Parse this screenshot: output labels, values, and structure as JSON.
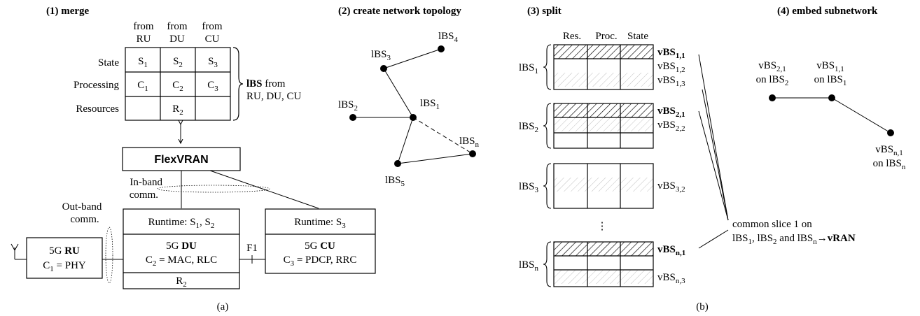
{
  "panel_a": {
    "title": "(1) merge",
    "col_from": "from",
    "cols": [
      "RU",
      "DU",
      "CU"
    ],
    "rows": [
      "State",
      "Processing",
      "Resources"
    ],
    "cells": {
      "state": [
        "S",
        "S",
        "S"
      ],
      "state_sub": [
        "1",
        "2",
        "3"
      ],
      "proc": [
        "C",
        "C",
        "C"
      ],
      "proc_sub": [
        "1",
        "2",
        "3"
      ],
      "res_du": "R",
      "res_du_sub": "2"
    },
    "lbs_bold": "lBS",
    "lbs_from": " from",
    "lbs_list": "RU, DU, CU",
    "flexvran": "FlexVRAN",
    "inband": [
      "In-band",
      "comm."
    ],
    "outband": [
      "Out-band",
      "comm."
    ],
    "ru": {
      "prefix": "5G ",
      "name": "RU",
      "c_label": "C",
      "c_sub": "1",
      "c_val": " = PHY"
    },
    "du": {
      "runtime": "Runtime: S",
      "runtime_s1": "1",
      "runtime_mid": ", S",
      "runtime_s2": "2",
      "prefix": "5G ",
      "name": "DU",
      "c_label": "C",
      "c_sub": "2",
      "c_val": " = MAC, RLC",
      "r_label": "R",
      "r_sub": "2"
    },
    "f1": "F1",
    "cu": {
      "runtime": "Runtime: S",
      "runtime_s": "3",
      "prefix": "5G ",
      "name": "CU",
      "c_label": "C",
      "c_sub": "3",
      "c_val": " = PDCP, RRC"
    },
    "caption": "(a)"
  },
  "panel_topology": {
    "title": "(2) create network topology",
    "nodes": [
      {
        "base": "lBS",
        "sub": "4"
      },
      {
        "base": "lBS",
        "sub": "3"
      },
      {
        "base": "lBS",
        "sub": "2"
      },
      {
        "base": "lBS",
        "sub": "1"
      },
      {
        "base": "lBS",
        "sub": "n"
      },
      {
        "base": "lBS",
        "sub": "5"
      }
    ]
  },
  "panel_split": {
    "title": "(3) split",
    "headers": [
      "Res.",
      "Proc.",
      "State"
    ],
    "groups": [
      {
        "label": "lBS",
        "sub": "1"
      },
      {
        "label": "lBS",
        "sub": "2"
      },
      {
        "label": "lBS",
        "sub": "3"
      },
      {
        "label": "lBS",
        "sub": "n"
      }
    ],
    "vbs": [
      {
        "base": "vBS",
        "sub": "1,1",
        "bold": true
      },
      {
        "base": "vBS",
        "sub": "1,2",
        "bold": false
      },
      {
        "base": "vBS",
        "sub": "1,3",
        "bold": false
      },
      {
        "base": "vBS",
        "sub": "2,1",
        "bold": true
      },
      {
        "base": "vBS",
        "sub": "2,2",
        "bold": false
      },
      {
        "base": "vBS",
        "sub": "3,2",
        "bold": false
      },
      {
        "base": "vBS",
        "sub": "n,1",
        "bold": true
      },
      {
        "base": "vBS",
        "sub": "n,3",
        "bold": false
      }
    ],
    "dots": "⋮"
  },
  "panel_embed": {
    "title": "(4) embed subnetwork",
    "on": "on ",
    "nodes": [
      {
        "base": "vBS",
        "sub": "2,1",
        "host": "lBS",
        "host_sub": "2"
      },
      {
        "base": "vBS",
        "sub": "1,1",
        "host": "lBS",
        "host_sub": "1"
      },
      {
        "base": "vBS",
        "sub": "n,1",
        "host": "lBS",
        "host_sub": "n"
      }
    ],
    "slice_line1": "common slice 1 on",
    "slice_lbs": "lBS",
    "slice_s1": "1",
    "slice_comma": ", lBS",
    "slice_s2": "2",
    "slice_and": " and lBS",
    "slice_sn": "n",
    "slice_arrow": "→",
    "slice_vran": "vRAN",
    "caption": "(b)"
  }
}
